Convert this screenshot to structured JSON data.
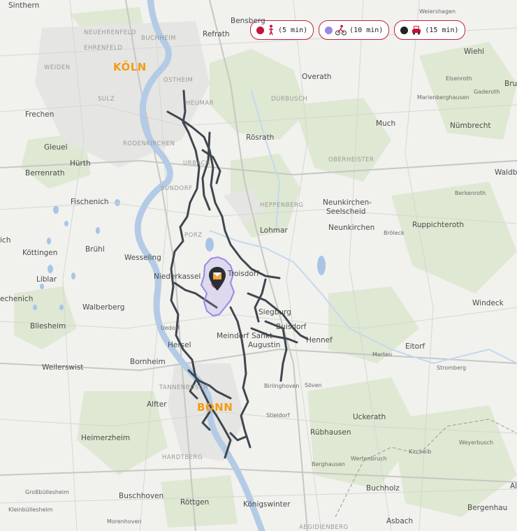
{
  "legend": [
    {
      "time_label": "(5 min)",
      "color": "#c0143c",
      "mode_icon": "walking-person-icon"
    },
    {
      "time_label": "(10 min)",
      "color": "#9b86e6",
      "mode_icon": "cyclist-icon"
    },
    {
      "time_label": "(15 min)",
      "color": "#222222",
      "mode_icon": "car-icon"
    }
  ],
  "cities": {
    "koeln": "KÖLN",
    "bonn": "BONN"
  },
  "places": {
    "sinthern": "Sinthern",
    "bensberg": "Bensberg",
    "refrath": "Refrath",
    "weiershagen": "Weiershagen",
    "wiehl": "Wiehl",
    "overath": "Overath",
    "elsenroth": "Elsenroth",
    "gaderoth": "Gaderoth",
    "marienberghausen": "Marienberghausen",
    "frechen": "Frechen",
    "much": "Much",
    "nuembrecht": "Nümbrecht",
    "roesrath": "Rösrath",
    "gleuel": "Gleuel",
    "huerth": "Hürth",
    "berrenrath": "Berrenrath",
    "waldbroel": "Waldbr",
    "berkenroth": "Berkenroth",
    "fischenich": "Fischenich",
    "neunkirchen_seelscheid_1": "Neunkirchen-",
    "neunkirchen_seelscheid_2": "Seelscheid",
    "neunkirchen": "Neunkirchen",
    "lohmar": "Lohmar",
    "broeleck": "Bröleck",
    "ruppichteroth": "Ruppichteroth",
    "koettingen": "Köttingen",
    "bruehl": "Brühl",
    "wesseling": "Wesseling",
    "liblar": "Liblar",
    "niederkassel": "Niederkassel",
    "troisdorf": "Troisdorf",
    "lechenich": "Lechenich",
    "walberberg": "Walberberg",
    "siegburg": "Siegburg",
    "windeck": "Windeck",
    "bliesheim": "Bliesheim",
    "uedorf": "Uedorf",
    "buisdorf": "Buisdorf",
    "meindorf": "Meindorf",
    "sankt_augustin_1": "Sankt",
    "sankt_augustin_2": "Augustin",
    "hennef": "Hennef",
    "hersel": "Hersel",
    "eitorf": "Eitorf",
    "merten": "Merten",
    "weilerswist": "Weilerswist",
    "bornheim": "Bornheim",
    "stromberg": "Stromberg",
    "birlinghoven": "Birlinghoven",
    "soeven": "Söven",
    "alfter": "Alfter",
    "stieldorf": "Stieldorf",
    "uckerath": "Uckerath",
    "heimerzheim": "Heimerzheim",
    "ruebhausen": "Rübhausen",
    "kircheib": "Kircheib",
    "weyerbusch": "Weyerbusch",
    "wertenbruch": "Wertenbruch",
    "berghausen": "Berghausen",
    "buchholz": "Buchholz",
    "grossbuellesheim": "Großbüllesheim",
    "kleinbuellesheim": "Kleinbüllesheim",
    "buschhoven": "Buschhoven",
    "roettgen": "Röttgen",
    "koenigswinter": "Königswinter",
    "morenhoven": "Morenhoven",
    "asbach": "Asbach",
    "bergenhau": "Bergenhau",
    "alt": "Alt",
    "bru": "Bru",
    "ich": "ich",
    "echenich": "echenich"
  },
  "districts": {
    "neuehrenfeld": "NEUEHRENFELD",
    "ehrenfeld": "EHRENFELD",
    "buchheim": "BUCHHEIM",
    "weiden": "WEIDEN",
    "ostheim": "OSTHEIM",
    "sulz": "SULZ",
    "heumar": "HEUMAR",
    "durbusch": "DURBUSCH",
    "rodenkirchen": "RODENKIRCHEN",
    "oberheister": "OBERHEISTER",
    "urbach": "URBACH",
    "sundorf": "SUNDORF",
    "heppenberg": "HEPPENBERG",
    "porz": "PORZ",
    "tannenbusch": "TANNENBUSCH",
    "hardtberg": "HARDTBERG",
    "aegidienberg": "AEGIDIENBERG"
  }
}
